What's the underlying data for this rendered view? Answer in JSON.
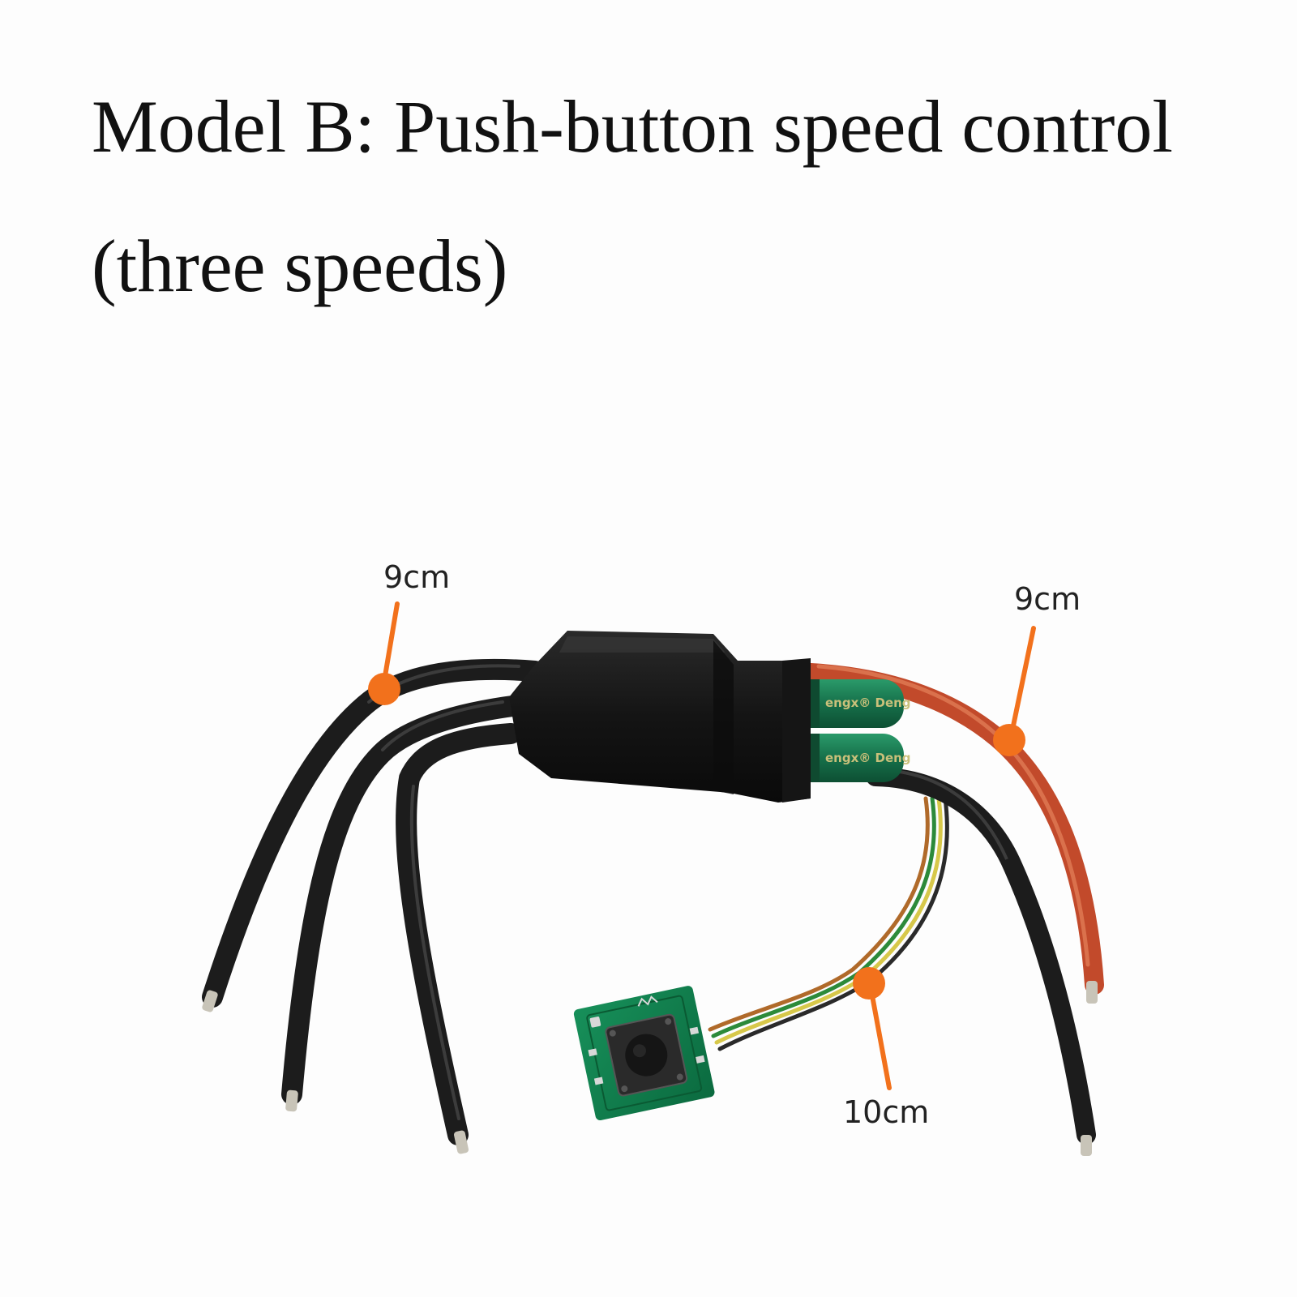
{
  "title": {
    "line1": "Model B: Push-button speed control",
    "line2": "(three speeds)"
  },
  "dimensions": {
    "left_wire": "9cm",
    "right_wire": "9cm",
    "button_wire": "10cm"
  },
  "capacitor_text": "engx® Deng",
  "colors": {
    "marker": "#f2711c",
    "wire_black": "#1c1c1c",
    "wire_red": "#c24a2b",
    "esc_body": "#161616",
    "capacitor": "#1a7a52",
    "pcb": "#0f7a4a"
  }
}
